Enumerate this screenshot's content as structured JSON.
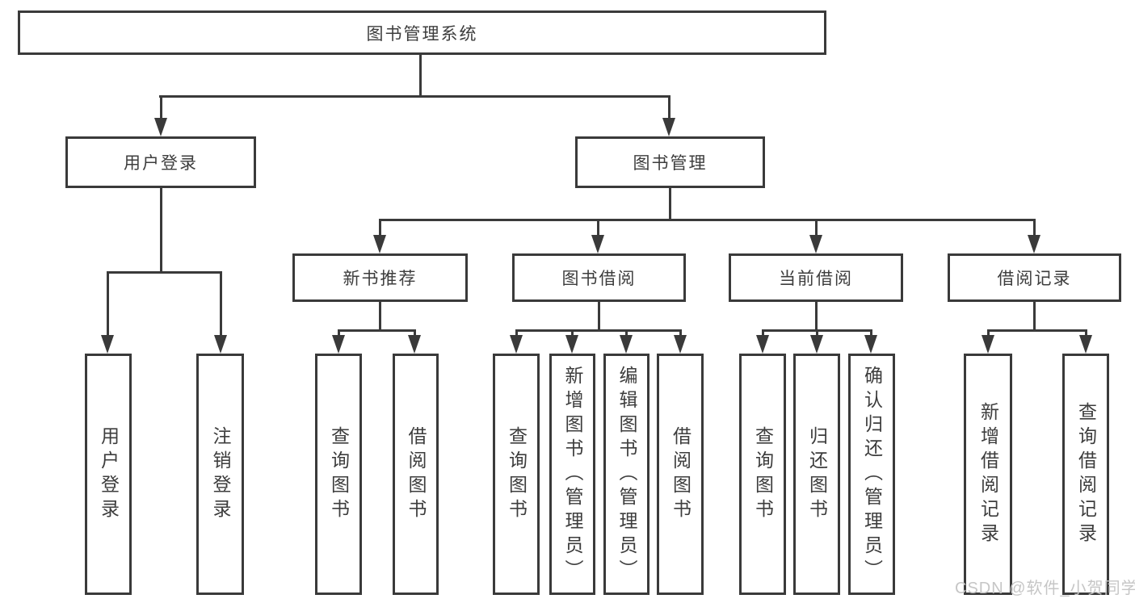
{
  "tree": {
    "label": "图书管理系统",
    "children": [
      {
        "label": "用户登录",
        "children": [
          {
            "label": "用户登录"
          },
          {
            "label": "注销登录"
          }
        ]
      },
      {
        "label": "图书管理",
        "children": [
          {
            "label": "新书推荐",
            "children": [
              {
                "label": "查询图书"
              },
              {
                "label": "借阅图书"
              }
            ]
          },
          {
            "label": "图书借阅",
            "children": [
              {
                "label": "查询图书"
              },
              {
                "label": "新增图书（管理员）"
              },
              {
                "label": "编辑图书（管理员）"
              },
              {
                "label": "借阅图书"
              }
            ]
          },
          {
            "label": "当前借阅",
            "children": [
              {
                "label": "查询图书"
              },
              {
                "label": "归还图书"
              },
              {
                "label": "确认归还（管理员）"
              }
            ]
          },
          {
            "label": "借阅记录",
            "children": [
              {
                "label": "新增借阅记录"
              },
              {
                "label": "查询借阅记录"
              }
            ]
          }
        ]
      }
    ]
  },
  "watermark": {
    "text": "CSDN @软件_小贺同学"
  },
  "colors": {
    "line": "#3a3a3a",
    "text": "#3d3d3d",
    "background": "#ffffff",
    "watermark": "#c6c6c6"
  }
}
